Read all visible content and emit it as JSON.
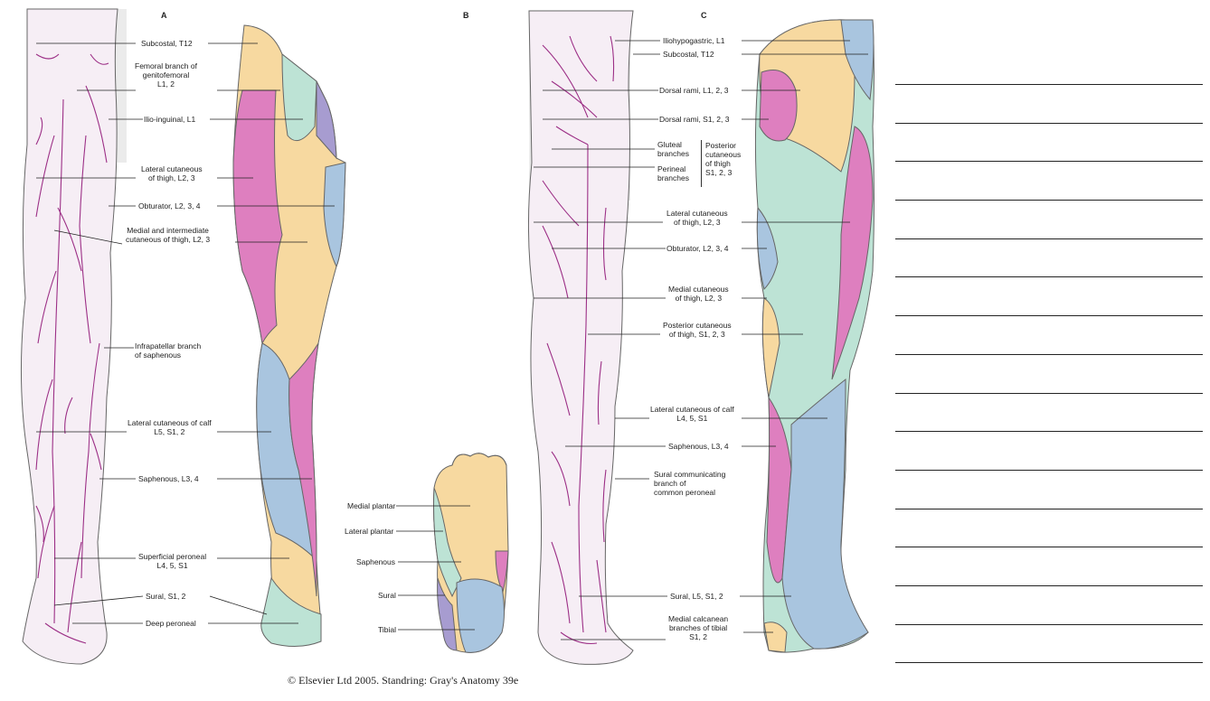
{
  "panels": {
    "a": "A",
    "b": "B",
    "c": "C"
  },
  "labels_a": [
    {
      "id": "subcostal",
      "text": "Subcostal, T12"
    },
    {
      "id": "genitofemoral",
      "text": "Femoral branch of\ngenitofemoral\nL1, 2"
    },
    {
      "id": "ilioinguinal",
      "text": "Ilio-inguinal, L1"
    },
    {
      "id": "lat-cut-thigh",
      "text": "Lateral cutaneous\nof thigh, L2, 3"
    },
    {
      "id": "obturator",
      "text": "Obturator, L2, 3, 4"
    },
    {
      "id": "med-int-cut",
      "text": "Medial and intermediate\ncutaneous of thigh, L2, 3"
    },
    {
      "id": "infrapatellar",
      "text": "Infrapatellar branch\nof saphenous"
    },
    {
      "id": "lat-cut-calf",
      "text": "Lateral cutaneous of calf\nL5, S1, 2"
    },
    {
      "id": "saphenous",
      "text": "Saphenous, L3, 4"
    },
    {
      "id": "sup-peroneal",
      "text": "Superficial peroneal\nL4, 5, S1"
    },
    {
      "id": "sural",
      "text": "Sural, S1, 2"
    },
    {
      "id": "deep-peroneal",
      "text": "Deep peroneal"
    }
  ],
  "labels_b": [
    {
      "id": "medial-plantar",
      "text": "Medial plantar"
    },
    {
      "id": "lateral-plantar",
      "text": "Lateral plantar"
    },
    {
      "id": "saphenous-b",
      "text": "Saphenous"
    },
    {
      "id": "sural-b",
      "text": "Sural"
    },
    {
      "id": "tibial",
      "text": "Tibial"
    }
  ],
  "labels_c": [
    {
      "id": "iliohypogastric",
      "text": "Iliohypogastric, L1"
    },
    {
      "id": "subcostal-c",
      "text": "Subcostal, T12"
    },
    {
      "id": "dorsal-rami-l",
      "text": "Dorsal rami, L1, 2, 3"
    },
    {
      "id": "dorsal-rami-s",
      "text": "Dorsal rami, S1, 2, 3"
    },
    {
      "id": "gluteal",
      "text": "Gluteal\nbranches"
    },
    {
      "id": "perineal",
      "text": "Perineal\nbranches"
    },
    {
      "id": "post-cut-brace",
      "text": "Posterior\ncutaneous\nof thigh\nS1, 2, 3"
    },
    {
      "id": "lat-cut-thigh-c",
      "text": "Lateral cutaneous\nof thigh, L2, 3"
    },
    {
      "id": "obturator-c",
      "text": "Obturator, L2, 3, 4"
    },
    {
      "id": "med-cut-c",
      "text": "Medial cutaneous\nof thigh, L2, 3"
    },
    {
      "id": "post-cut-c",
      "text": "Posterior cutaneous\nof thigh, S1, 2, 3"
    },
    {
      "id": "lat-cut-calf-c",
      "text": "Lateral cutaneous of calf\nL4, 5, S1"
    },
    {
      "id": "saphenous-c",
      "text": "Saphenous, L3, 4"
    },
    {
      "id": "sural-comm",
      "text": "Sural communicating\nbranch of\ncommon peroneal"
    },
    {
      "id": "sural-c",
      "text": "Sural, L5, S1, 2"
    },
    {
      "id": "med-calcanean",
      "text": "Medial calcanean\nbranches of tibial\nS1, 2"
    }
  ],
  "caption": "© Elsevier Ltd 2005. Standring: Gray's Anatomy 39e",
  "colors": {
    "yellow": "#f7d9a0",
    "pink": "#de7fbf",
    "blue": "#a9c5df",
    "teal": "#bde3d5",
    "purple": "#a79cd0",
    "skin": "#f6eef5",
    "nerve": "#9c2f86",
    "outline": "#666666"
  },
  "answer_lines": 16
}
